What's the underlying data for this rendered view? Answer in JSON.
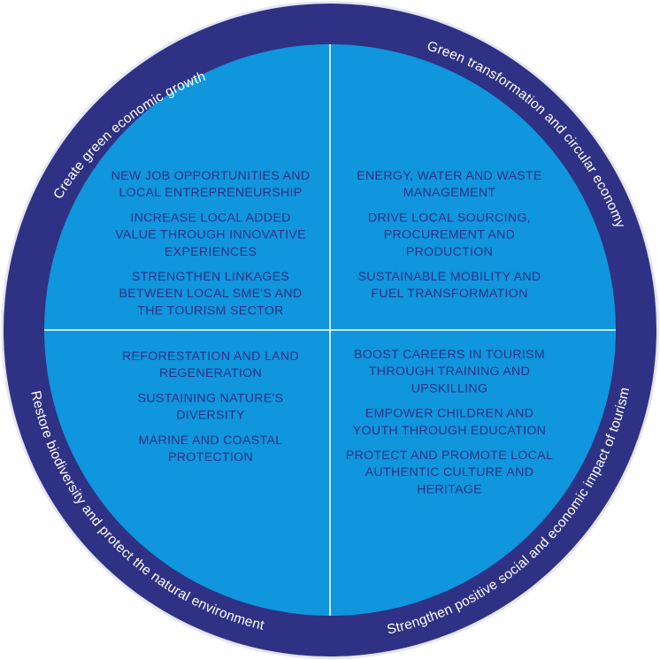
{
  "colors": {
    "ring": "#2e3184",
    "ring_edge": "#e4e6f2",
    "inner": "#0f96dc",
    "inner_text": "#2b2f86",
    "ring_text": "#ffffff",
    "divider": "#ffffff"
  },
  "quadrants": {
    "top_left": {
      "ring_label": "Create green economic growth",
      "items": [
        [
          "NEW JOB OPPORTUNITIES AND",
          "LOCAL ENTREPRENEURSHIP"
        ],
        [
          "INCREASE LOCAL ADDED",
          "VALUE THROUGH INNOVATIVE",
          "EXPERIENCES"
        ],
        [
          "STRENGTHEN LINKAGES",
          "BETWEEN LOCAL SME'S AND",
          "THE TOURISM SECTOR"
        ]
      ]
    },
    "top_right": {
      "ring_label": "Green transformation and circular economy",
      "items": [
        [
          "ENERGY, WATER AND WASTE",
          "MANAGEMENT"
        ],
        [
          "DRIVE LOCAL SOURCING,",
          "PROCUREMENT AND",
          "PRODUCTION"
        ],
        [
          "SUSTAINABLE MOBILITY AND",
          "FUEL TRANSFORMATION"
        ]
      ]
    },
    "bottom_left": {
      "ring_label": "Restore biodiversity and protect the natural environment",
      "items": [
        [
          "REFORESTATION AND LAND",
          "REGENERATION"
        ],
        [
          "SUSTAINING NATURE'S",
          "DIVERSITY"
        ],
        [
          "MARINE AND COASTAL",
          "PROTECTION"
        ]
      ]
    },
    "bottom_right": {
      "ring_label": "Strengthen positive social and economic impact of tourism",
      "items": [
        [
          "BOOST CAREERS IN TOURISM",
          "THROUGH TRAINING AND",
          "UPSKILLING"
        ],
        [
          "EMPOWER CHILDREN AND",
          "YOUTH THROUGH EDUCATION"
        ],
        [
          "PROTECT AND PROMOTE LOCAL",
          "AUTHENTIC CULTURE AND",
          "HERITAGE"
        ]
      ]
    }
  }
}
